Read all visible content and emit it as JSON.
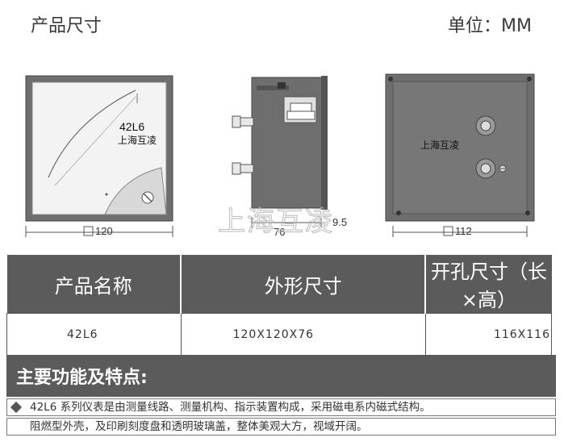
{
  "header": {
    "title": "产品尺寸",
    "unit": "单位：MM"
  },
  "drawing": {
    "front": {
      "model": "42L6",
      "brand": "上海互凌",
      "dim_label": "120"
    },
    "side": {
      "dim_label": "76",
      "dim_small": "9.5"
    },
    "back": {
      "brand": "上海互凌",
      "dim_label": "112"
    },
    "watermark": "上海互凌"
  },
  "table": {
    "headers": [
      "产品名称",
      "外形尺寸",
      "开孔尺寸（长×高）"
    ],
    "row": [
      "42L6",
      "120X120X76",
      "116X116"
    ]
  },
  "features": {
    "title": "主要功能及特点:",
    "lines": [
      "42L6 系列仪表是由测量线路、测量机构、指示装置构成，采用磁电系内磁式结构。",
      "阻燃型外壳，及印刷刻度盘和透明玻璃盖，整体美观大方，视域开阔。"
    ]
  },
  "colors": {
    "bar": "#5b5b5b",
    "drawing": "#6b6b6b"
  }
}
